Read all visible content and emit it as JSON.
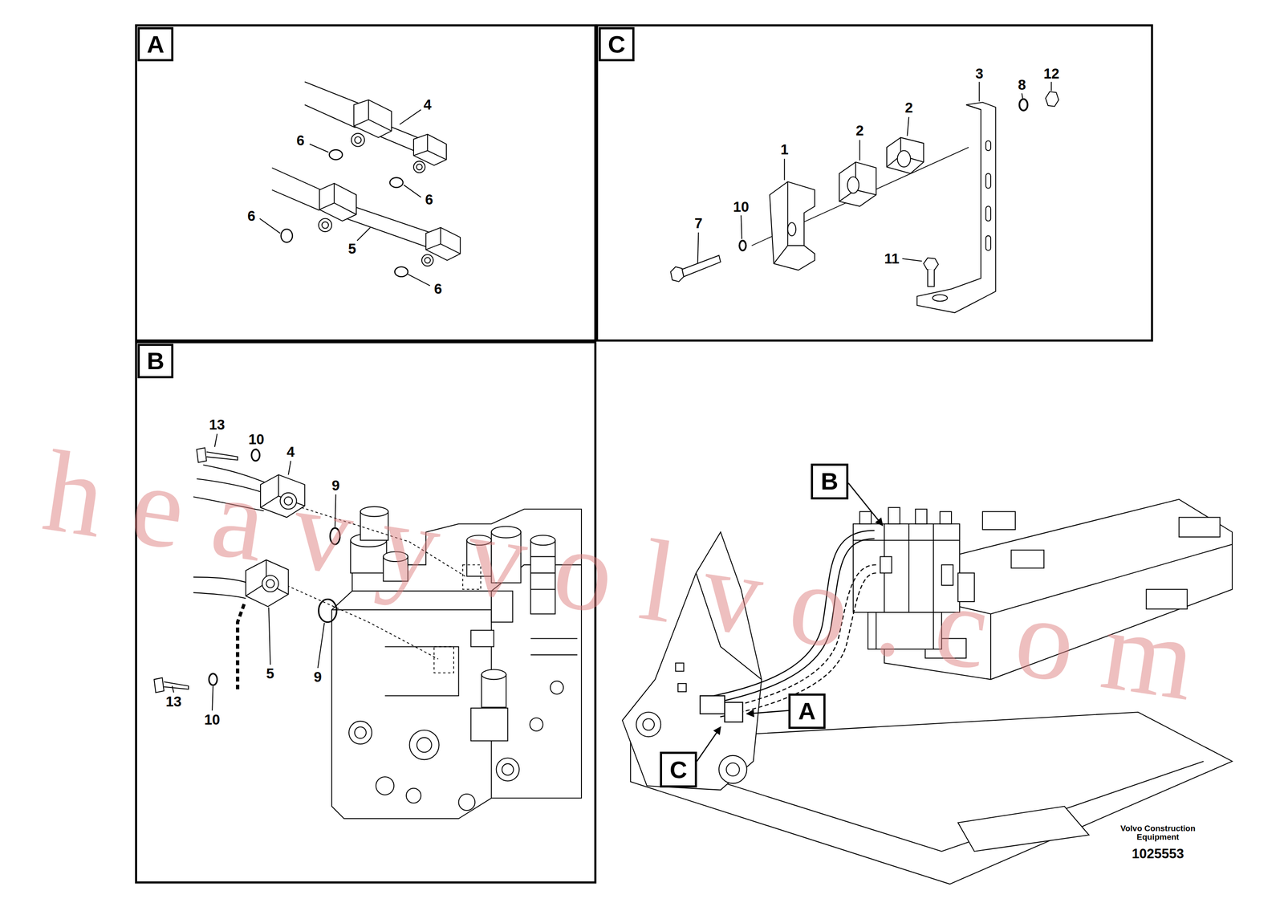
{
  "diagram": {
    "nodes": [
      {
        "text": [
          "A"
        ]
      },
      {
        "text": [
          "C"
        ]
      },
      {
        "text": [
          "B"
        ]
      },
      {
        "text": [
          "B"
        ]
      },
      {
        "text": [
          "A"
        ]
      },
      {
        "text": [
          "C"
        ]
      }
    ],
    "labels": [
      "4",
      "6",
      "6",
      "6",
      "5",
      "6",
      "3",
      "12",
      "8",
      "2",
      "2",
      "1",
      "10",
      "7",
      "11",
      "13",
      "10",
      "4",
      "9",
      "13",
      "10",
      "5",
      "9",
      "heavyvolvo.com",
      "Volvo Construction Equipment",
      "1025553"
    ]
  }
}
